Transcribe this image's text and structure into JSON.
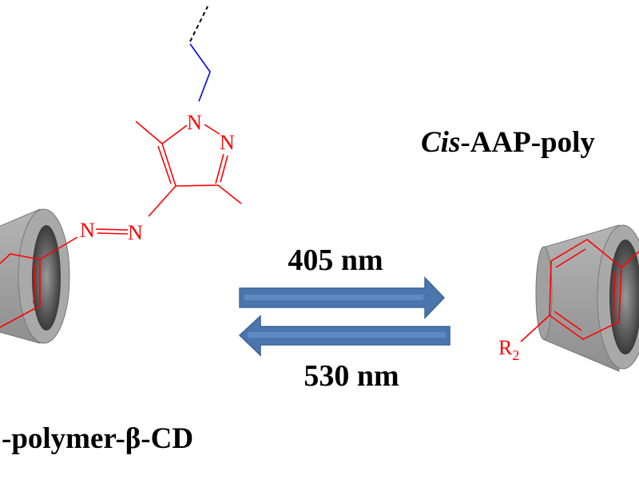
{
  "labels": {
    "right_title_italic": "Cis",
    "right_title_rest": "-AAP-poly",
    "left_caption": "-polymer-β-CD",
    "forward_wavelength": "405 nm",
    "reverse_wavelength": "530 nm"
  },
  "atoms": {
    "azo_n1": "N",
    "azo_n2": "N",
    "pyrazole_n1": "N",
    "pyrazole_n2": "N",
    "r_group": "R",
    "r_subscript": "2"
  },
  "colors": {
    "molecule": "#ff0000",
    "linker": "#0000ff",
    "arrow": "#4a76ad",
    "cyclodextrin": "#a8a8a8"
  }
}
